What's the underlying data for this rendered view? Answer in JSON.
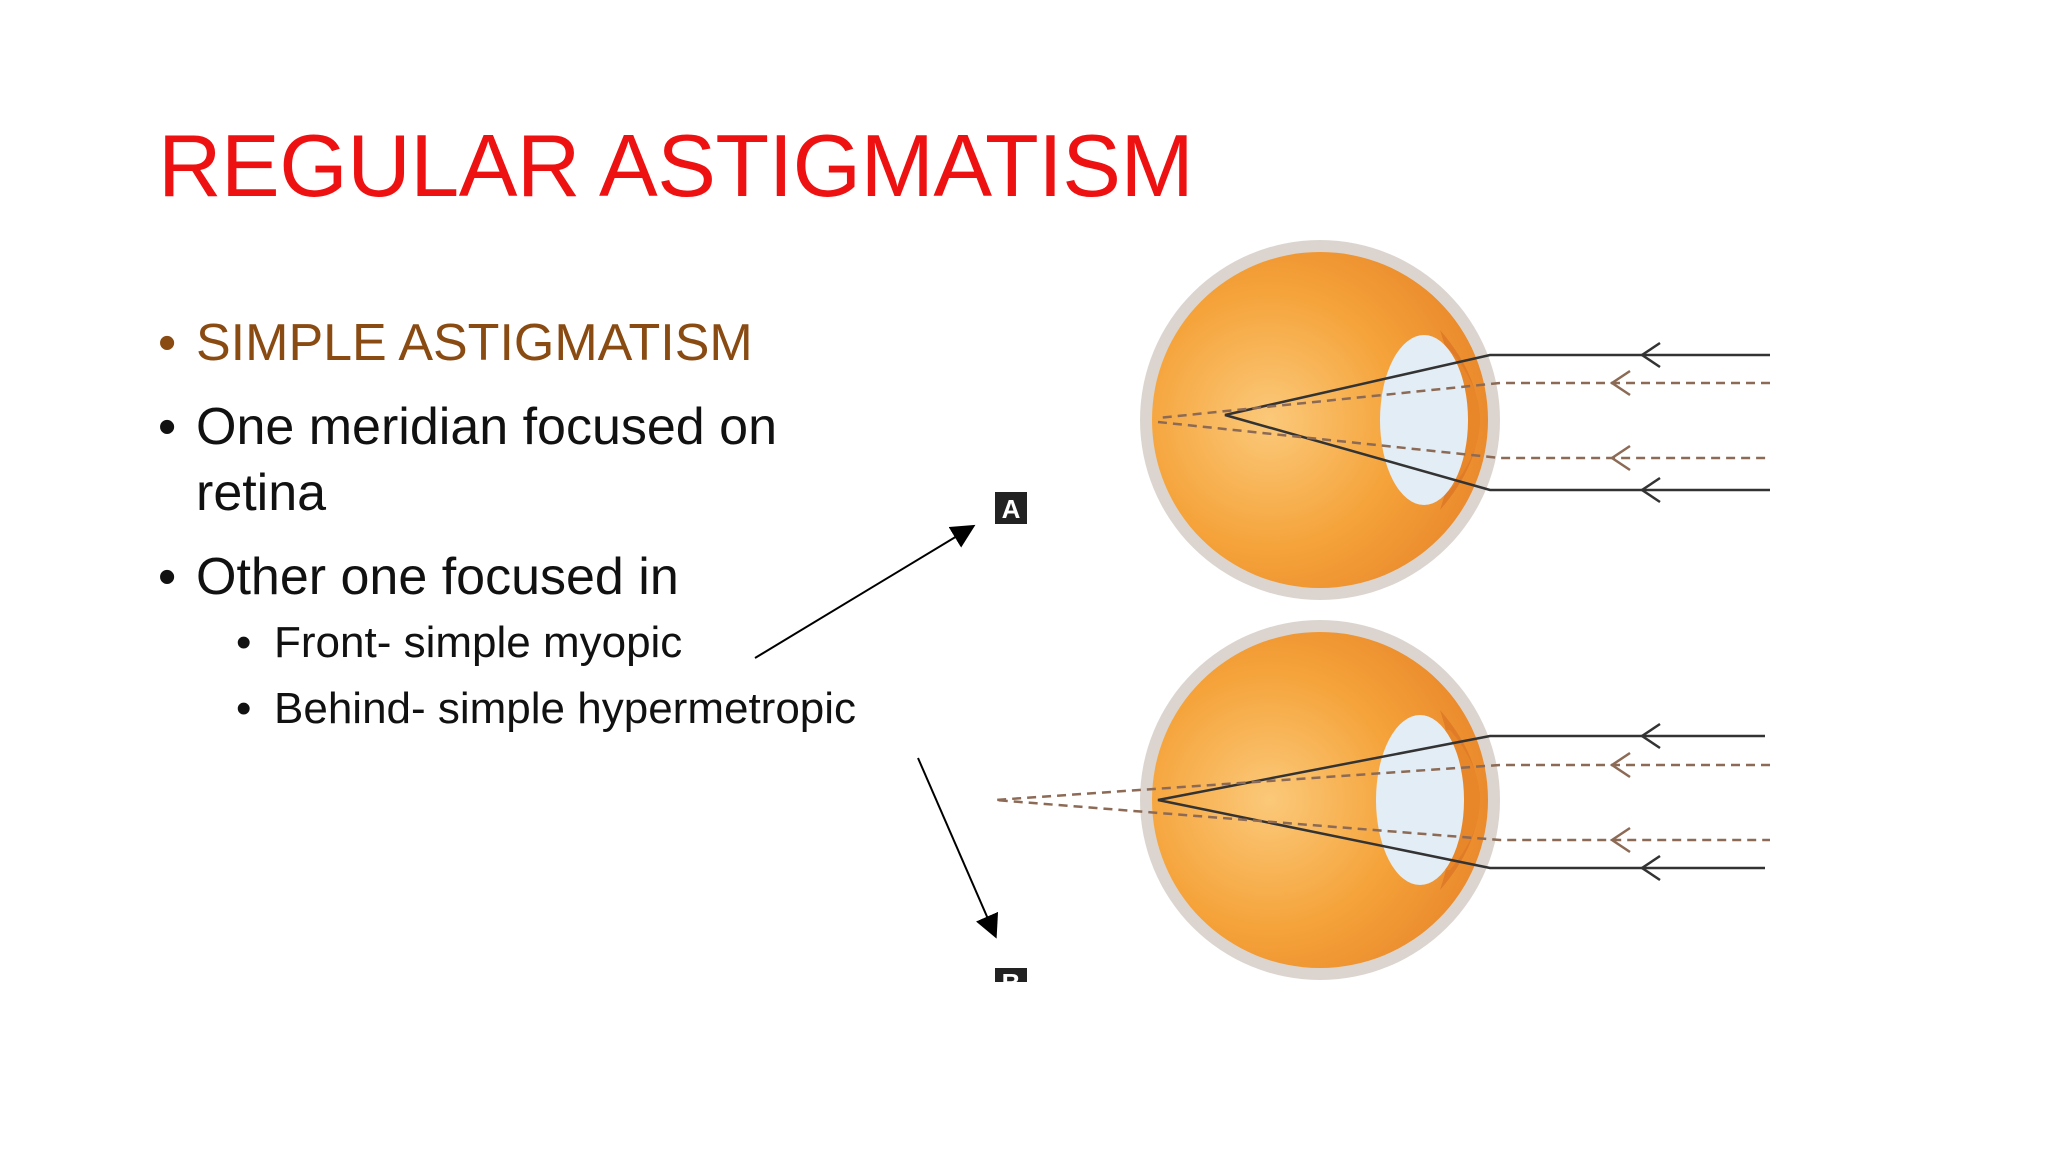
{
  "slide": {
    "title": "REGULAR ASTIGMATISM",
    "bullets": [
      {
        "text": "SIMPLE ASTIGMATISM"
      },
      {
        "text": "One meridian focused on retina"
      },
      {
        "text": "Other one focused in"
      }
    ],
    "sub_bullets": [
      {
        "text": "Front- simple myopic"
      },
      {
        "text": "Behind- simple hypermetropic"
      }
    ]
  },
  "figure": {
    "panel_a_label": "A",
    "panel_b_label": "B",
    "colors": {
      "title": "#ee1111",
      "first_bullet": "#8a4b13",
      "eyeball": "#f5a33a",
      "sclera_rim": "#d9d2cc",
      "cornea": "#e37f2a",
      "lens": "#dfeaf3",
      "solid_ray": "#333333",
      "dashed_ray": "#8c6a55"
    }
  }
}
